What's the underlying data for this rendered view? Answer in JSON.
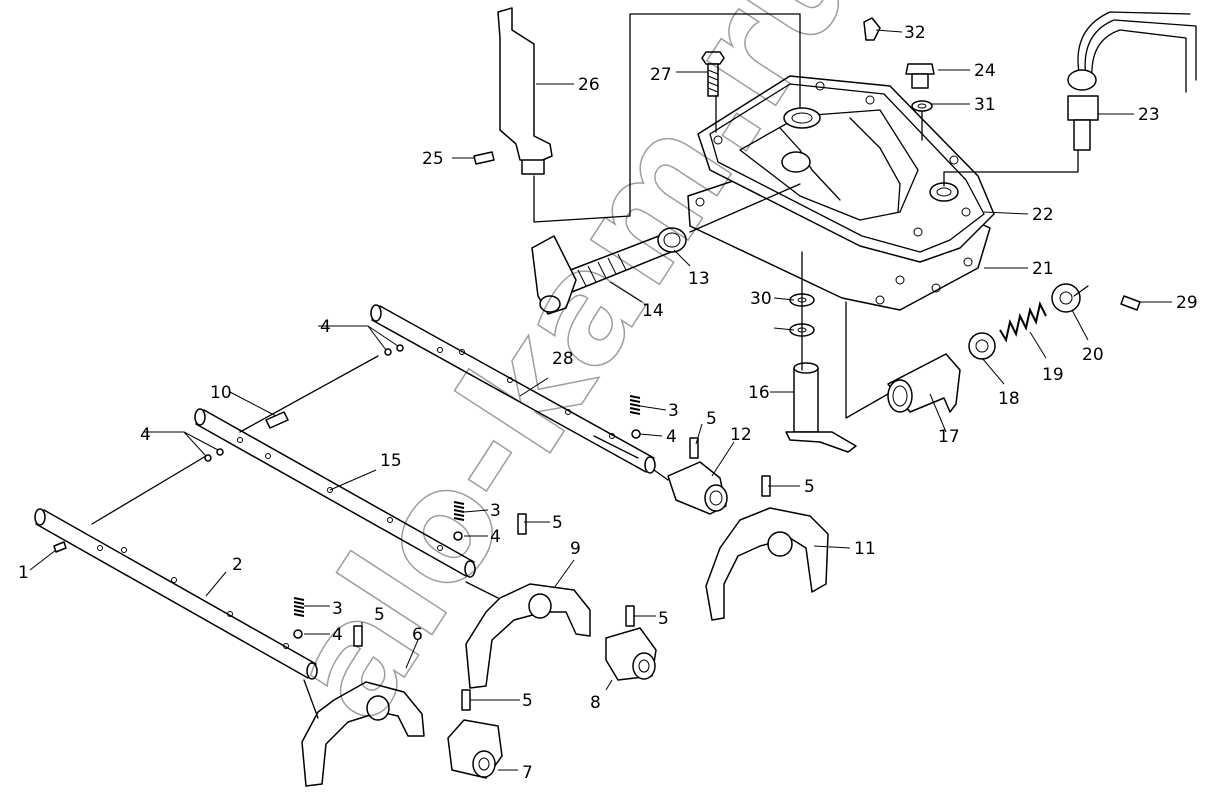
{
  "watermark": "alo-kam.ru",
  "callouts": [
    {
      "id": "c1",
      "label": "1"
    },
    {
      "id": "c2",
      "label": "2"
    },
    {
      "id": "c3a",
      "label": "3"
    },
    {
      "id": "c3b",
      "label": "3"
    },
    {
      "id": "c3c",
      "label": "3"
    },
    {
      "id": "c4a",
      "label": "4"
    },
    {
      "id": "c4b",
      "label": "4"
    },
    {
      "id": "c4c",
      "label": "4"
    },
    {
      "id": "c4d",
      "label": "4"
    },
    {
      "id": "c4e",
      "label": "4"
    },
    {
      "id": "c5a",
      "label": "5"
    },
    {
      "id": "c5b",
      "label": "5"
    },
    {
      "id": "c5c",
      "label": "5"
    },
    {
      "id": "c5d",
      "label": "5"
    },
    {
      "id": "c5e",
      "label": "5"
    },
    {
      "id": "c5f",
      "label": "5"
    },
    {
      "id": "c6",
      "label": "6"
    },
    {
      "id": "c7",
      "label": "7"
    },
    {
      "id": "c8",
      "label": "8"
    },
    {
      "id": "c9",
      "label": "9"
    },
    {
      "id": "c10",
      "label": "10"
    },
    {
      "id": "c11",
      "label": "11"
    },
    {
      "id": "c12",
      "label": "12"
    },
    {
      "id": "c13",
      "label": "13"
    },
    {
      "id": "c14",
      "label": "14"
    },
    {
      "id": "c15",
      "label": "15"
    },
    {
      "id": "c16",
      "label": "16"
    },
    {
      "id": "c17",
      "label": "17"
    },
    {
      "id": "c18",
      "label": "18"
    },
    {
      "id": "c19",
      "label": "19"
    },
    {
      "id": "c20",
      "label": "20"
    },
    {
      "id": "c21",
      "label": "21"
    },
    {
      "id": "c22",
      "label": "22"
    },
    {
      "id": "c23",
      "label": "23"
    },
    {
      "id": "c24",
      "label": "24"
    },
    {
      "id": "c25",
      "label": "25"
    },
    {
      "id": "c26",
      "label": "26"
    },
    {
      "id": "c27",
      "label": "27"
    },
    {
      "id": "c28",
      "label": "28"
    },
    {
      "id": "c29",
      "label": "29"
    },
    {
      "id": "c30",
      "label": "30"
    },
    {
      "id": "c31",
      "label": "31"
    },
    {
      "id": "c32",
      "label": "32"
    }
  ]
}
